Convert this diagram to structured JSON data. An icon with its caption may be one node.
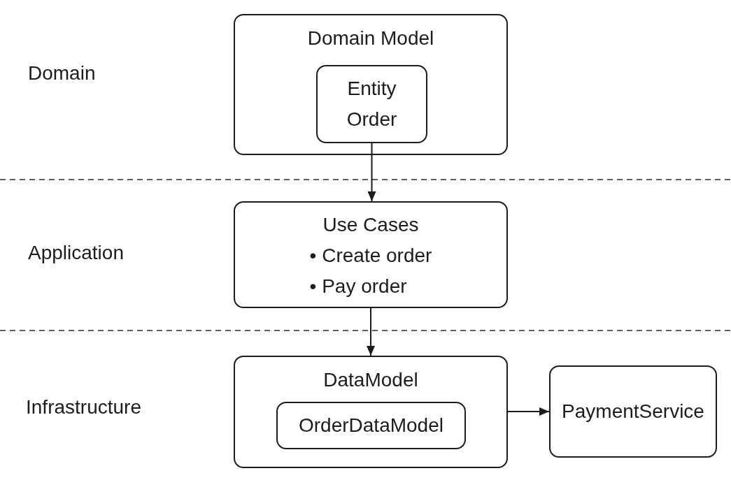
{
  "diagram": {
    "nodes": [
      {
        "text": [
          "Domain Model"
        ]
      },
      {
        "text": [
          "Entity Order"
        ],
        "in": 0
      },
      {
        "text": [
          "Use Cases",
          "• Create order",
          "• Pay order"
        ]
      },
      {
        "text": [
          "DataModel"
        ]
      },
      {
        "text": [
          "OrderDataModel"
        ],
        "in": 3
      },
      {
        "text": [
          "PaymentService"
        ]
      }
    ],
    "edges": [
      {
        "from": 1,
        "to": 2,
        "arrow": "to"
      },
      {
        "from": 2,
        "to": 3,
        "arrow": "to"
      },
      {
        "from": 3,
        "to": 5,
        "arrow": "to"
      }
    ],
    "labels": [
      "Domain",
      "Application",
      "Infrastructure"
    ]
  }
}
